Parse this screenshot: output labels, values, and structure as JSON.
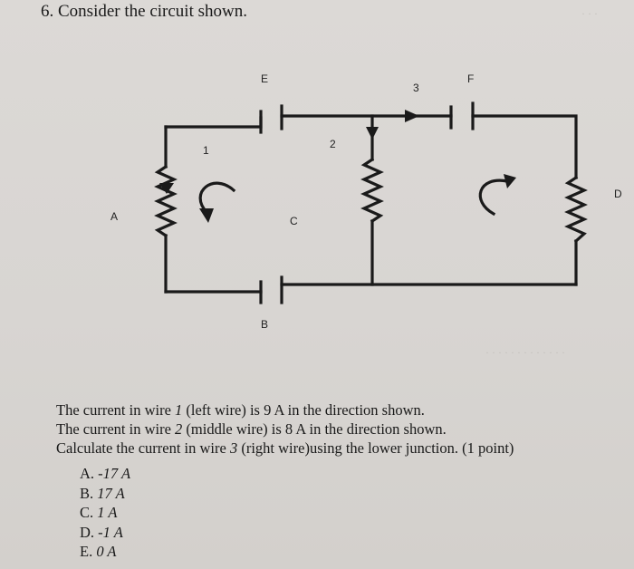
{
  "question": {
    "number": "6.",
    "title": "Consider the circuit shown."
  },
  "circuit": {
    "labels": {
      "A": "A",
      "B": "B",
      "C": "C",
      "D": "D",
      "E": "E",
      "F": "F",
      "wire1": "1",
      "wire2": "2",
      "wire3": "3"
    }
  },
  "body": {
    "line1": {
      "pre": "The current in wire ",
      "var": "1",
      "post": " (left wire) is 9 A in the direction shown."
    },
    "line2": {
      "pre": "The current in wire ",
      "var": "2",
      "post": " (middle wire) is 8 A in the direction shown."
    },
    "line3": {
      "pre": "Calculate the current in wire ",
      "var": "3",
      "post": " (right wire)using the lower junction. (1 point)"
    }
  },
  "answers": [
    {
      "letter": "A.",
      "value": "-17 A"
    },
    {
      "letter": "B.",
      "value": "17 A"
    },
    {
      "letter": "C.",
      "value": "1 A"
    },
    {
      "letter": "D.",
      "value": "-1 A"
    },
    {
      "letter": "E.",
      "value": "0 A"
    }
  ]
}
